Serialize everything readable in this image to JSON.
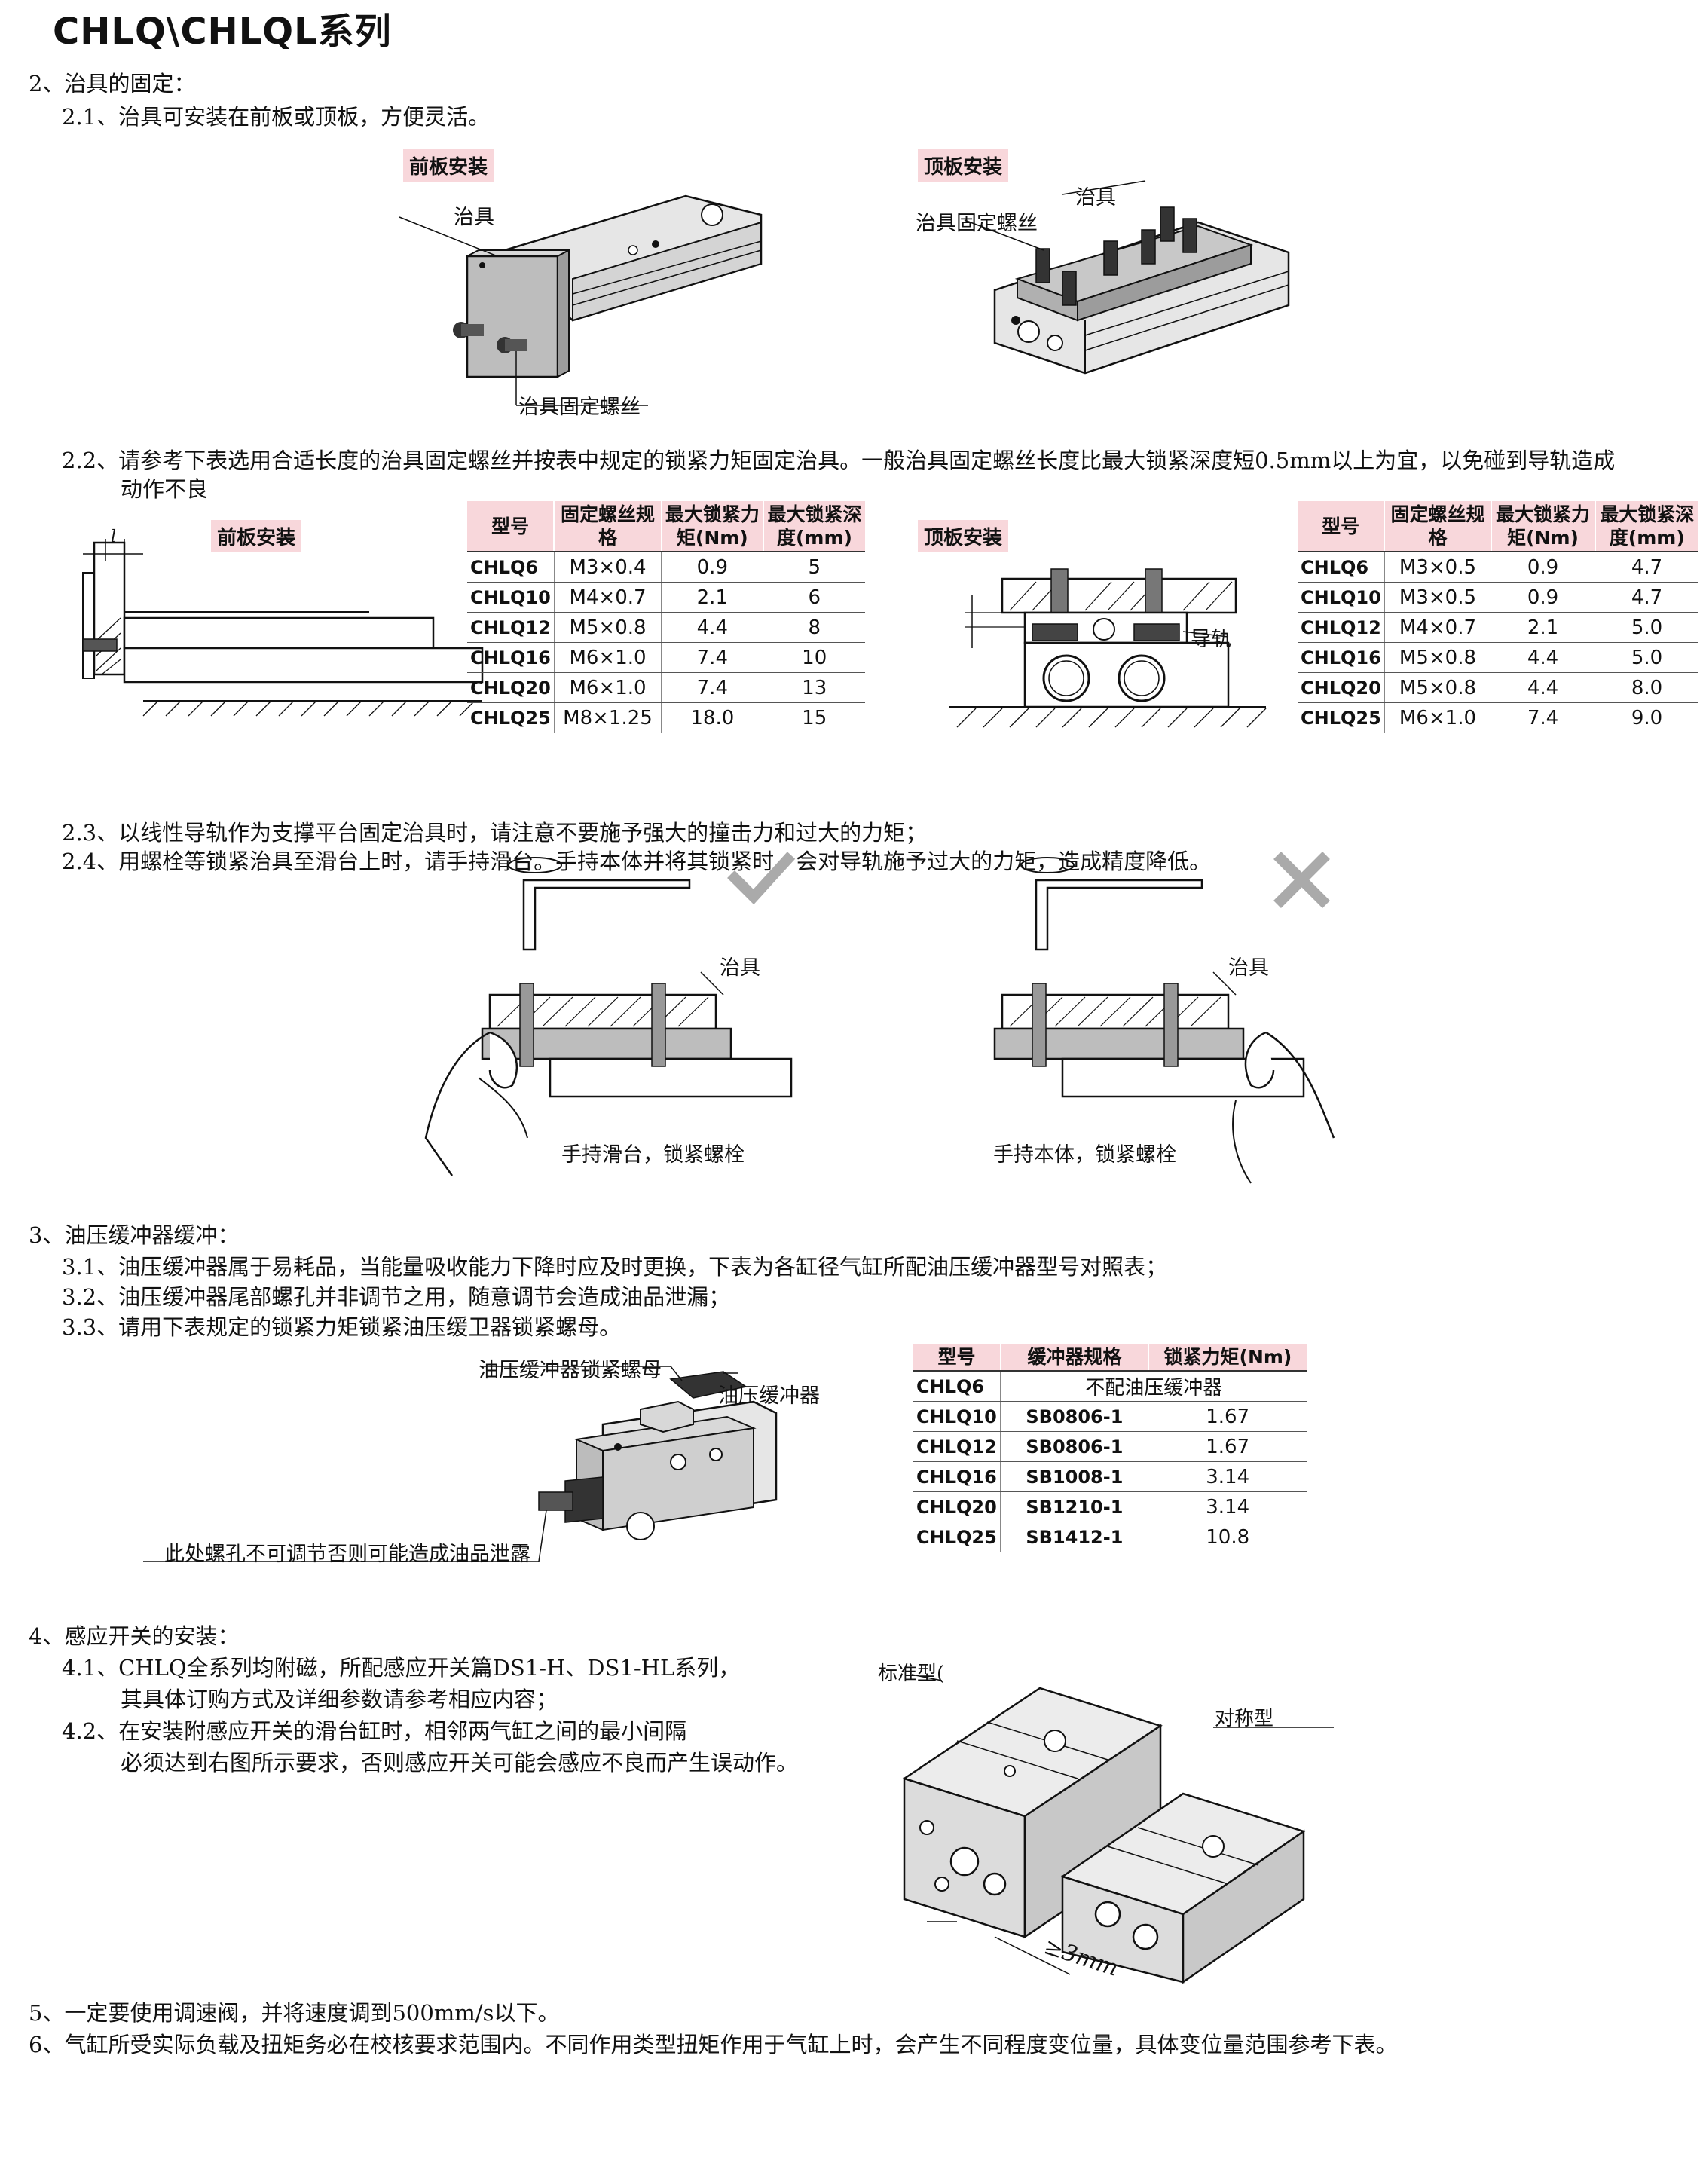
{
  "title": "CHLQ\\CHLQL系列",
  "s2": {
    "heading": "2、治具的固定：",
    "p21": "2.1、治具可安装在前板或顶板，方便灵活。",
    "front_tag": "前板安装",
    "top_tag": "顶板安装",
    "lbl_jig": "治具",
    "lbl_screw": "治具固定螺丝",
    "p22a": "2.2、请参考下表选用合适长度的治具固定螺丝并按表中规定的锁紧力矩固定治具。一般治具固定螺丝长度比最大锁紧深度短0.5mm以上为宜，以免碰到导轨造成",
    "p22b": "动作不良",
    "l_mark": "l",
    "rail_lbl": "导轨",
    "table_head": [
      "型号",
      "固定螺丝规格",
      "最大锁紧力矩(Nm)",
      "最大锁紧深度(mm)"
    ],
    "front_table": [
      [
        "CHLQ6",
        "M3×0.4",
        "0.9",
        "5"
      ],
      [
        "CHLQ10",
        "M4×0.7",
        "2.1",
        "6"
      ],
      [
        "CHLQ12",
        "M5×0.8",
        "4.4",
        "8"
      ],
      [
        "CHLQ16",
        "M6×1.0",
        "7.4",
        "10"
      ],
      [
        "CHLQ20",
        "M6×1.0",
        "7.4",
        "13"
      ],
      [
        "CHLQ25",
        "M8×1.25",
        "18.0",
        "15"
      ]
    ],
    "top_table": [
      [
        "CHLQ6",
        "M3×0.5",
        "0.9",
        "4.7"
      ],
      [
        "CHLQ10",
        "M3×0.5",
        "0.9",
        "4.7"
      ],
      [
        "CHLQ12",
        "M4×0.7",
        "2.1",
        "5.0"
      ],
      [
        "CHLQ16",
        "M5×0.8",
        "4.4",
        "5.0"
      ],
      [
        "CHLQ20",
        "M5×0.8",
        "4.4",
        "8.0"
      ],
      [
        "CHLQ25",
        "M6×1.0",
        "7.4",
        "9.0"
      ]
    ],
    "p23": "2.3、以线性导轨作为支撑平台固定治具时，请注意不要施予强大的撞击力和过大的力矩；",
    "p24": "2.4、用螺栓等锁紧治具至滑台上时，请手持滑台。手持本体并将其锁紧时，会对导轨施予过大的力矩，造成精度降低。",
    "cap_ok": "手持滑台，锁紧螺栓",
    "cap_ng": "手持本体，锁紧螺栓"
  },
  "s3": {
    "heading": "3、油压缓冲器缓冲：",
    "p31": "3.1、油压缓冲器属于易耗品，当能量吸收能力下降时应及时更换，下表为各缸径气缸所配油压缓冲器型号对照表；",
    "p32": "3.2、油压缓冲器尾部螺孔并非调节之用，随意调节会造成油品泄漏；",
    "p33": "3.3、请用下表规定的锁紧力矩锁紧油压缓卫器锁紧螺母。",
    "lbl_nut": "油压缓冲器锁紧螺母",
    "lbl_absorber": "油压缓冲器",
    "lbl_hole": "此处螺孔不可调节否则可能造成油品泄露",
    "table_head": [
      "型号",
      "缓冲器规格",
      "锁紧力矩(Nm)"
    ],
    "row0": [
      "CHLQ6",
      "不配油压缓冲器"
    ],
    "rows": [
      [
        "CHLQ10",
        "SB0806-1",
        "1.67"
      ],
      [
        "CHLQ12",
        "SB0806-1",
        "1.67"
      ],
      [
        "CHLQ16",
        "SB1008-1",
        "3.14"
      ],
      [
        "CHLQ20",
        "SB1210-1",
        "3.14"
      ],
      [
        "CHLQ25",
        "SB1412-1",
        "10.8"
      ]
    ]
  },
  "s4": {
    "heading": "4、感应开关的安装：",
    "p41a": "4.1、CHLQ全系列均附磁，所配感应开关篇DS1-H、DS1-HL系列，",
    "p41b": "其具体订购方式及详细参数请参考相应内容；",
    "p42a": "4.2、在安装附感应开关的滑台缸时，相邻两气缸之间的最小间隔",
    "p42b": "必须达到右图所示要求，否则感应开关可能会感应不良而产生误动作。",
    "lbl_std": "标准型(",
    "lbl_sym": "对称型",
    "lbl_gap": "≥3mm"
  },
  "s5": "5、一定要使用调速阀，并将速度调到500mm/s以下。",
  "s6": "6、气缸所受实际负载及扭矩务必在校核要求范围内。不同作用类型扭矩作用于气缸上时，会产生不同程度变位量，具体变位量范围参考下表。"
}
